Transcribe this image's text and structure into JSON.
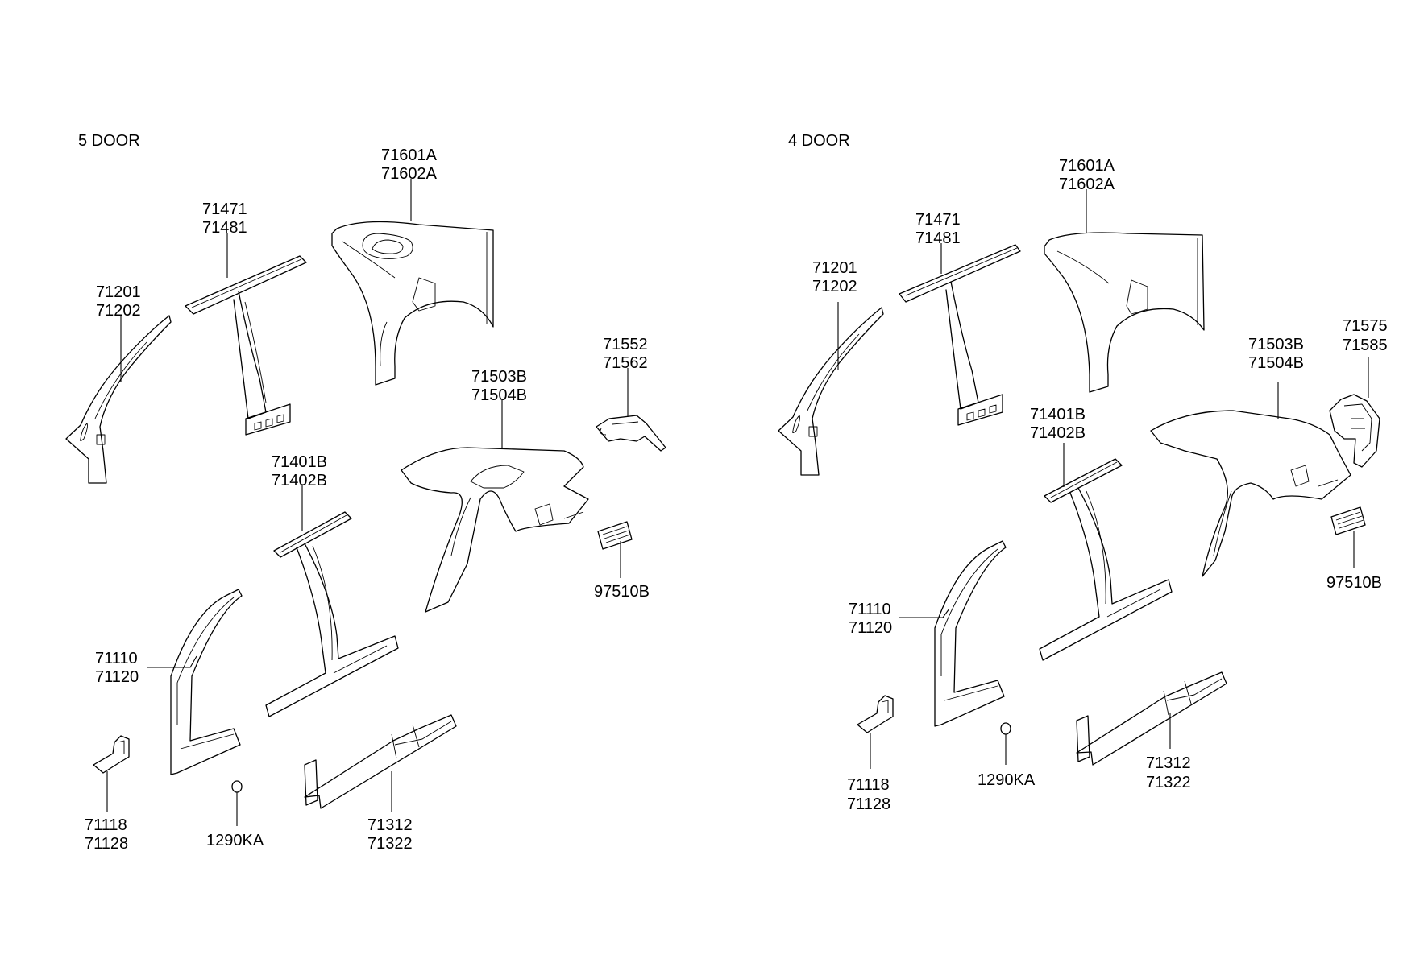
{
  "headings": {
    "five_door": "5 DOOR",
    "four_door": "4 DOOR"
  },
  "five_door": {
    "quarter_panel_upper": [
      "71601A",
      "71602A"
    ],
    "roof_rail_rear": [
      "71471",
      "71481"
    ],
    "a_pillar_inner": [
      "71201",
      "71202"
    ],
    "quarter_extension": [
      "71552",
      "71562"
    ],
    "quarter_outer": [
      "71503B",
      "71504B"
    ],
    "center_pillar": [
      "71401B",
      "71402B"
    ],
    "grille_vent": [
      "97510B"
    ],
    "front_pillar": [
      "71110",
      "71120"
    ],
    "bracket": [
      "71118",
      "71128"
    ],
    "plug": [
      "1290KA"
    ],
    "side_sill": [
      "71312",
      "71322"
    ]
  },
  "four_door": {
    "quarter_panel_upper": [
      "71601A",
      "71602A"
    ],
    "roof_rail_rear": [
      "71471",
      "71481"
    ],
    "a_pillar_inner": [
      "71201",
      "71202"
    ],
    "quarter_extension": [
      "71575",
      "71585"
    ],
    "quarter_outer": [
      "71503B",
      "71504B"
    ],
    "center_pillar": [
      "71401B",
      "71402B"
    ],
    "grille_vent": [
      "97510B"
    ],
    "front_pillar": [
      "71110",
      "71120"
    ],
    "bracket": [
      "71118",
      "71128"
    ],
    "plug": [
      "1290KA"
    ],
    "side_sill": [
      "71312",
      "71322"
    ]
  }
}
